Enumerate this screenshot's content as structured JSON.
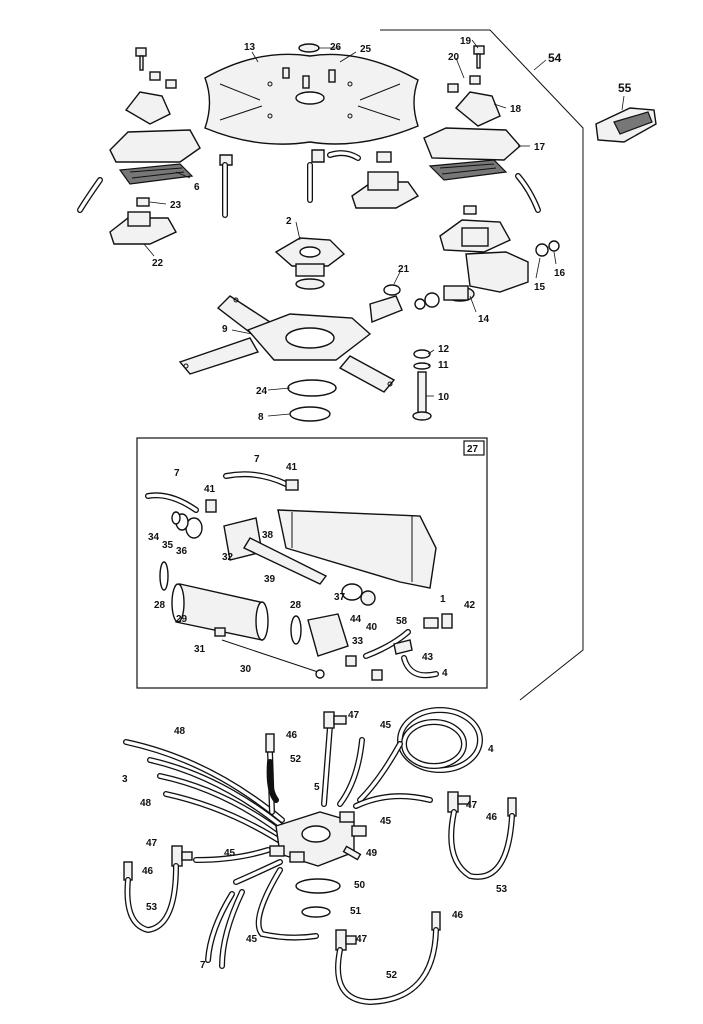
{
  "labels": {
    "l1": "1",
    "l2": "2",
    "l3": "3",
    "l4a": "4",
    "l4b": "4",
    "l5": "5",
    "l6": "6",
    "l7a": "7",
    "l7b": "7",
    "l7c": "7",
    "l8": "8",
    "l9": "9",
    "l10": "10",
    "l11": "11",
    "l12": "12",
    "l13": "13",
    "l14": "14",
    "l15": "15",
    "l16": "16",
    "l17": "17",
    "l18": "18",
    "l19": "19",
    "l20": "20",
    "l21": "21",
    "l22": "22",
    "l23": "23",
    "l24": "24",
    "l25": "25",
    "l26": "26",
    "l27": "27",
    "l28a": "28",
    "l28b": "28",
    "l29": "29",
    "l30": "30",
    "l31": "31",
    "l32": "32",
    "l33": "33",
    "l34": "34",
    "l35": "35",
    "l36": "36",
    "l37": "37",
    "l38": "38",
    "l39": "39",
    "l40": "40",
    "l41a": "41",
    "l41b": "41",
    "l42": "42",
    "l43": "43",
    "l44": "44",
    "l45a": "45",
    "l45b": "45",
    "l45c": "45",
    "l45d": "45",
    "l46a": "46",
    "l46b": "46",
    "l46c": "46",
    "l46d": "46",
    "l47a": "47",
    "l47b": "47",
    "l47c": "47",
    "l47d": "47",
    "l48a": "48",
    "l48b": "48",
    "l49": "49",
    "l50": "50",
    "l51": "51",
    "l52a": "52",
    "l52b": "52",
    "l53a": "53",
    "l53b": "53",
    "l54": "54",
    "l55": "55",
    "l58": "58"
  }
}
